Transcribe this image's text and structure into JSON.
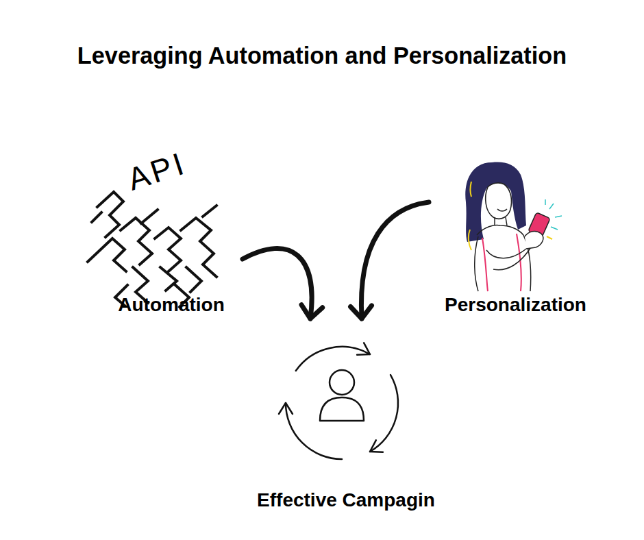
{
  "diagram": {
    "title": "Leveraging Automation and Personalization",
    "nodes": [
      {
        "text": [
          "Automation"
        ]
      },
      {
        "text": [
          "Personalization"
        ]
      },
      {
        "text": [
          "Effective Campagin"
        ]
      }
    ],
    "edges": [
      {
        "from": 0,
        "to": 2,
        "arrow": "to"
      },
      {
        "from": 1,
        "to": 2,
        "arrow": "to"
      }
    ],
    "labels": [
      "API"
    ]
  }
}
